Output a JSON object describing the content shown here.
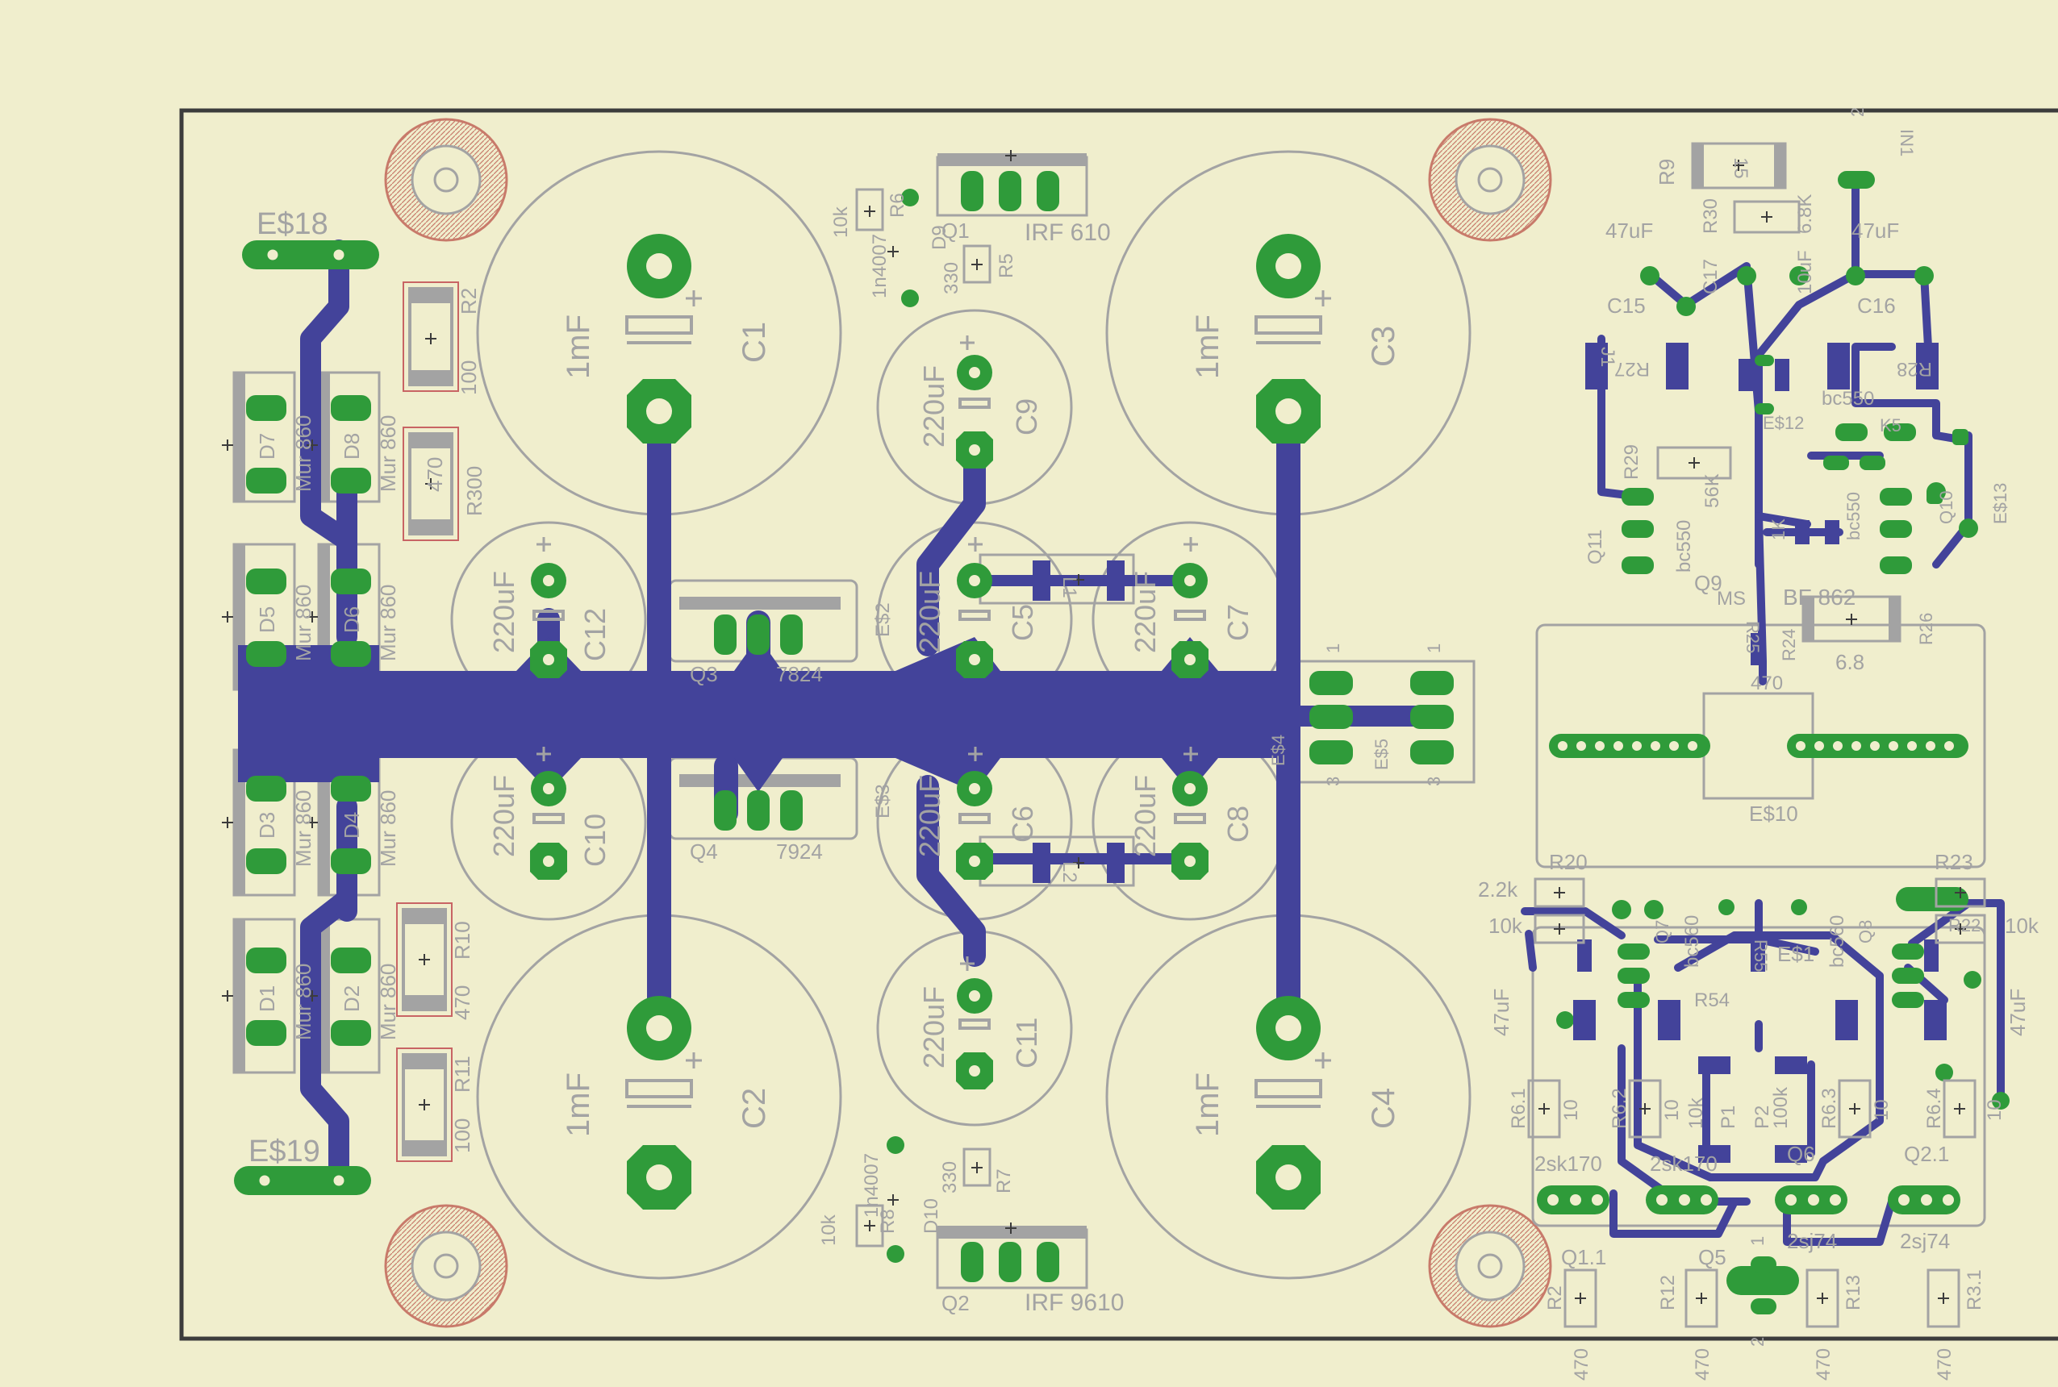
{
  "colors": {
    "background": "#f0eecd",
    "outline": "#3c3c3c",
    "silkscreen": "#a3a3a3",
    "pad": "#2f9b3a",
    "trace": "#43439a",
    "keepout": "#c86464"
  },
  "left_rail": {
    "connectors": [
      "E$18",
      "E$19"
    ],
    "diodes": [
      {
        "ref": "D7",
        "value": "Mur 860"
      },
      {
        "ref": "D8",
        "value": "Mur 860"
      },
      {
        "ref": "D5",
        "value": "Mur 860"
      },
      {
        "ref": "D6",
        "value": "Mur 860"
      },
      {
        "ref": "D3",
        "value": "Mur 860"
      },
      {
        "ref": "D4",
        "value": "Mur 860"
      },
      {
        "ref": "D1",
        "value": "Mur 860"
      },
      {
        "ref": "D2",
        "value": "Mur 860"
      }
    ],
    "resistors": [
      {
        "ref": "R2",
        "value": "100"
      },
      {
        "ref": "R300",
        "value": "470"
      },
      {
        "ref": "R10",
        "value": "470"
      },
      {
        "ref": "R11",
        "value": "100"
      }
    ]
  },
  "big_caps": [
    {
      "ref": "C1",
      "value": "1mF"
    },
    {
      "ref": "C2",
      "value": "1mF"
    },
    {
      "ref": "C3",
      "value": "1mF"
    },
    {
      "ref": "C4",
      "value": "1mF"
    }
  ],
  "mid_caps": [
    {
      "ref": "C9",
      "value": "220uF"
    },
    {
      "ref": "C11",
      "value": "220uF"
    },
    {
      "ref": "C12",
      "value": "220uF"
    },
    {
      "ref": "C10",
      "value": "220uF"
    },
    {
      "ref": "C5",
      "value": "220uF"
    },
    {
      "ref": "C6",
      "value": "220uF"
    },
    {
      "ref": "C7",
      "value": "220uF"
    },
    {
      "ref": "C8",
      "value": "220uF"
    }
  ],
  "regulators": [
    {
      "ref": "Q3",
      "value": "7824",
      "tab": "E$2"
    },
    {
      "ref": "Q4",
      "value": "7924",
      "tab": "E$3"
    }
  ],
  "mosfets": [
    {
      "ref": "Q1",
      "value": "IRF 610"
    },
    {
      "ref": "Q2",
      "value": "IRF 9610"
    }
  ],
  "top_small": {
    "r6": "R6",
    "r6_val": "10k",
    "d9": "D9",
    "d9_val": "1n4007",
    "r5": "R5",
    "r5_val": "330"
  },
  "bottom_small": {
    "r8": "R8",
    "r8_val": "10k",
    "d10": "D10",
    "d10_val": "1n4007",
    "r7": "R7",
    "r7_val": "330"
  },
  "inductors": [
    "L1",
    "L2"
  ],
  "connectors_mid": {
    "e4": "E$4",
    "e5": "E$5",
    "pin1a": "1",
    "pin3a": "3",
    "pin1b": "1",
    "pin3b": "3"
  },
  "right_top": {
    "r9": "R9",
    "r9_val": "15",
    "in1": "IN1",
    "pin2": "2",
    "c15": "C15",
    "c15_val": "47uF",
    "c16": "C16",
    "c16_val": "47uF",
    "c17": "C17",
    "c17_val": "10uF",
    "r30": "R30",
    "r30_val": "6.8K",
    "j1": "J1",
    "r27": "R27",
    "r28": "R28",
    "e12": "E$12",
    "bc550": "bc550",
    "k5": "K5",
    "r29": "R29",
    "r29_val": "56K",
    "q11": "Q11",
    "q11_val": "bc550",
    "q10": "Q10",
    "q10_val": "bc550",
    "e13": "E$13",
    "r1k": "1K",
    "q9": "Q9",
    "q9_val": "BF 862",
    "ms": "MS",
    "r25": "R25",
    "r24": "R24",
    "r24_val": "470",
    "r26": "R26",
    "r26_val": "6.8",
    "e10": "E$10"
  },
  "right_bottom": {
    "r20": "R20",
    "r20_val": "2.2k",
    "r21_val": "10k",
    "r23": "R23",
    "r22": "R22",
    "r22_val": "10k",
    "q7": "Q7",
    "q7_val": "bc560",
    "q8": "Q8",
    "q8_val": "bc560",
    "e1": "E$1",
    "r55": "R55",
    "r54": "R54",
    "c13_val": "47uF",
    "c14_val": "47uF",
    "r61": "R6.1",
    "r61_val": "10",
    "r62": "R6.2",
    "r62_val": "10",
    "r63": "R6.3",
    "r63_val": "10",
    "r64": "R6.4",
    "r64_val": "10",
    "rv10k": "10k",
    "r100k": "100k",
    "p1": "P1",
    "p2": "P2",
    "q11b_val": "2sk170",
    "q12b_val": "2sk170",
    "q5b_val": "2sj74",
    "q6b_val": "2sj74",
    "q6": "Q6",
    "q21": "Q2.1",
    "q1_1": "Q1.1",
    "q5": "Q5",
    "r12": "R12",
    "r13": "R13",
    "r31": "R3.1",
    "r2b": "R2",
    "v470": "470",
    "pin1": "1",
    "pin2": "2"
  }
}
